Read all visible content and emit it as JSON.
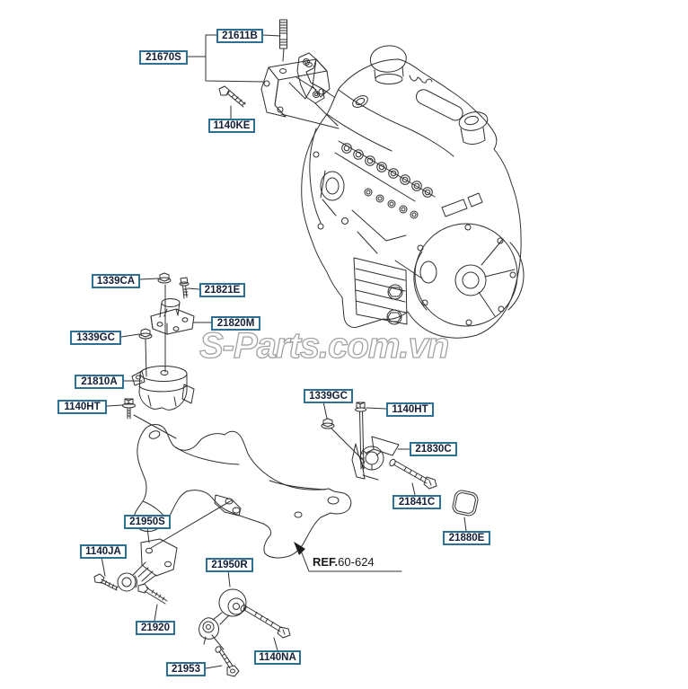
{
  "diagram": {
    "watermark": "S-Parts.com.vn",
    "ref_note": {
      "prefix": "REF.",
      "number": "60-624"
    },
    "labels": [
      {
        "part_no": "21611B"
      },
      {
        "part_no": "21670S"
      },
      {
        "part_no": "1140KE"
      },
      {
        "part_no": "1339CA"
      },
      {
        "part_no": "21821E"
      },
      {
        "part_no": "21820M"
      },
      {
        "part_no": "1339GC"
      },
      {
        "part_no": "21810A"
      },
      {
        "part_no": "1140HT"
      },
      {
        "part_no": "1339GC"
      },
      {
        "part_no": "1140HT"
      },
      {
        "part_no": "21830C"
      },
      {
        "part_no": "21841C"
      },
      {
        "part_no": "21880E"
      },
      {
        "part_no": "21950S"
      },
      {
        "part_no": "1140JA"
      },
      {
        "part_no": "21950R"
      },
      {
        "part_no": "21920"
      },
      {
        "part_no": "21953"
      },
      {
        "part_no": "1140NA"
      }
    ],
    "icons": {
      "ref_arrow": "filled-arrowhead-pointing-to-subframe"
    },
    "colors": {
      "label_border": "#2e7093",
      "label_text": "#131f37",
      "line_art": "#2f2f2f",
      "watermark_outline": "#a2a2a2"
    }
  }
}
